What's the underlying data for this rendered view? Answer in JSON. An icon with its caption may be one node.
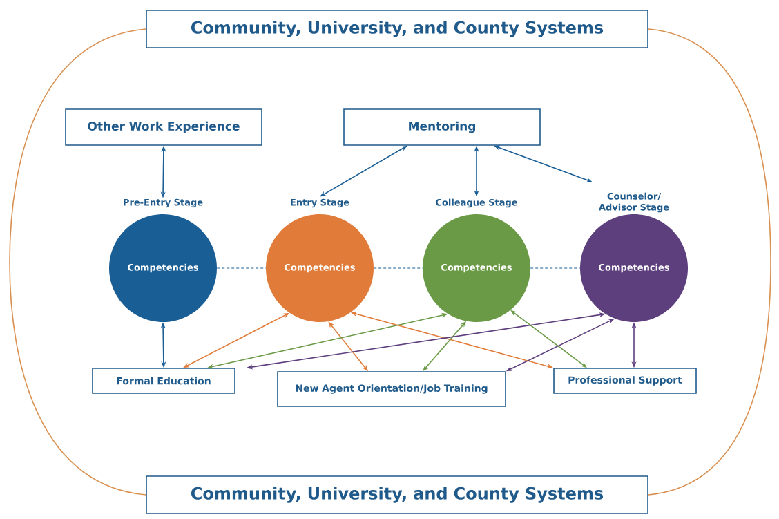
{
  "diagram": {
    "nodes": [
      {
        "text": [
          "Community, University, and County Systems"
        ]
      },
      {
        "text": [
          "Other Work Experience"
        ]
      },
      {
        "text": [
          "Mentoring"
        ]
      },
      {
        "text": [
          "Pre-Entry Stage",
          "Competencies"
        ]
      },
      {
        "text": [
          "Entry Stage",
          "Competencies"
        ]
      },
      {
        "text": [
          "Colleague Stage",
          "Competencies"
        ]
      },
      {
        "text": [
          "Counselor/ Advisor Stage",
          "Competencies"
        ]
      },
      {
        "text": [
          "Formal Education"
        ]
      },
      {
        "text": [
          "New Agent Orientation/Job Training"
        ]
      },
      {
        "text": [
          "Professional Support"
        ]
      },
      {
        "text": [
          "Community, University, and County Systems"
        ]
      }
    ],
    "edges": [
      {
        "from": 1,
        "to": 3,
        "arrow": "both"
      },
      {
        "from": 2,
        "to": 4,
        "arrow": "both"
      },
      {
        "from": 2,
        "to": 5,
        "arrow": "both"
      },
      {
        "from": 2,
        "to": 6,
        "arrow": "both"
      },
      {
        "from": 3,
        "to": 4,
        "arrow": "none",
        "style": "dashed"
      },
      {
        "from": 4,
        "to": 5,
        "arrow": "none",
        "style": "dashed"
      },
      {
        "from": 5,
        "to": 6,
        "arrow": "none",
        "style": "dashed"
      },
      {
        "from": 3,
        "to": 7,
        "arrow": "both"
      },
      {
        "from": 4,
        "to": 7,
        "arrow": "both",
        "color": "#e07b39"
      },
      {
        "from": 4,
        "to": 8,
        "arrow": "both",
        "color": "#e07b39"
      },
      {
        "from": 4,
        "to": 9,
        "arrow": "both",
        "color": "#e07b39"
      },
      {
        "from": 5,
        "to": 7,
        "arrow": "both",
        "color": "#6a9a45"
      },
      {
        "from": 5,
        "to": 8,
        "arrow": "both",
        "color": "#6a9a45"
      },
      {
        "from": 5,
        "to": 9,
        "arrow": "both",
        "color": "#6a9a45"
      },
      {
        "from": 6,
        "to": 7,
        "arrow": "both",
        "color": "#5e3f7e"
      },
      {
        "from": 6,
        "to": 8,
        "arrow": "both",
        "color": "#5e3f7e"
      },
      {
        "from": 6,
        "to": 9,
        "arrow": "both",
        "color": "#5e3f7e"
      },
      {
        "from": 0,
        "to": 10,
        "arrow": "none",
        "color": "#d99050"
      },
      {
        "from": 0,
        "to": 10,
        "arrow": "none",
        "color": "#d99050"
      }
    ]
  }
}
